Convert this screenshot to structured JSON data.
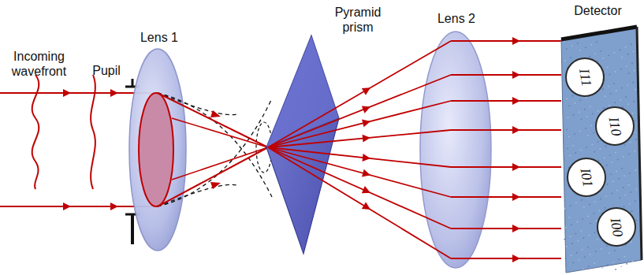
{
  "diagram": {
    "nodes": [
      {
        "text": [
          "Detector"
        ]
      },
      {
        "text": [
          "I11"
        ],
        "in": 0
      },
      {
        "text": [
          "I10"
        ],
        "in": 0
      },
      {
        "text": [
          "I01"
        ],
        "in": 0
      },
      {
        "text": [
          "I00"
        ],
        "in": 0
      }
    ],
    "labels": [
      "Incoming wavefront",
      "Pupil",
      "Lens 1",
      "Pyramid prism",
      "Lens 2"
    ]
  }
}
